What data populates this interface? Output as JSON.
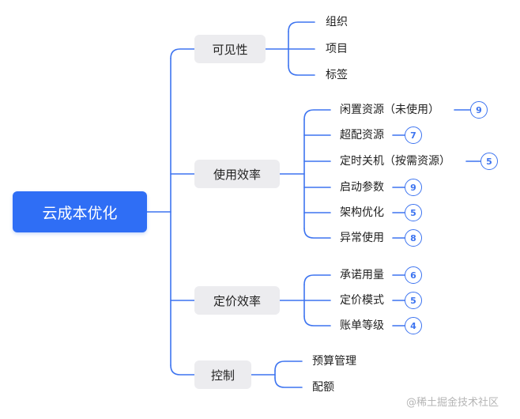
{
  "root": {
    "label": "云成本优化"
  },
  "categories": [
    {
      "label": "可见性",
      "items": [
        {
          "label": "组织"
        },
        {
          "label": "项目"
        },
        {
          "label": "标签"
        }
      ]
    },
    {
      "label": "使用效率",
      "items": [
        {
          "label": "闲置资源（未使用）",
          "count": "9"
        },
        {
          "label": "超配资源",
          "count": "7"
        },
        {
          "label": "定时关机（按需资源）",
          "count": "5"
        },
        {
          "label": "启动参数",
          "count": "9"
        },
        {
          "label": "架构优化",
          "count": "5"
        },
        {
          "label": "异常使用",
          "count": "8"
        }
      ]
    },
    {
      "label": "定价效率",
      "items": [
        {
          "label": "承诺用量",
          "count": "6"
        },
        {
          "label": "定价模式",
          "count": "5"
        },
        {
          "label": "账单等级",
          "count": "4"
        }
      ]
    },
    {
      "label": "控制",
      "items": [
        {
          "label": "预算管理"
        },
        {
          "label": "配额"
        }
      ]
    }
  ],
  "watermark": "@稀土掘金技术社区",
  "colors": {
    "accent": "#2f6ef5",
    "edge": "#3d74f0",
    "node_fill": "#ececef"
  }
}
